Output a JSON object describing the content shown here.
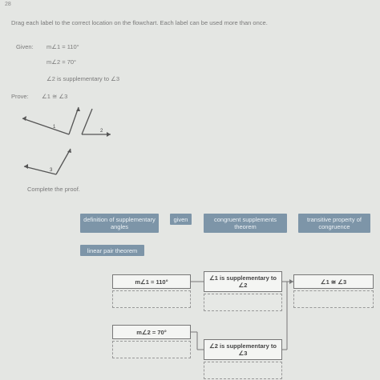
{
  "question_number": "28",
  "instructions": "Drag each label to the correct location on the flowchart. Each label can be used more than once.",
  "given": {
    "label": "Given:",
    "line1": "m∠1 = 110°",
    "line2": "m∠2 = 70°",
    "line3": "∠2 is supplementary to ∠3"
  },
  "prove": {
    "label": "Prove:",
    "statement": "∠1 ≅ ∠3"
  },
  "figure_labels": [
    "1",
    "2",
    "3"
  ],
  "complete_text": "Complete the proof.",
  "tiles": [
    "definition of supplementary angles",
    "given",
    "congruent supplements theorem",
    "transitive property of congruence",
    "linear pair theorem"
  ],
  "flowchart": {
    "box_m1": "m∠1 = 110°",
    "box_supp12": "∠1 is supplementary to ∠2",
    "box_congruent": "∠1 ≅ ∠3",
    "box_m2": "m∠2 = 70°",
    "box_supp23": "∠2 is supplementary to ∠3"
  },
  "colors": {
    "tile_bg": "#7d95a8",
    "page_bg": "#e4e6e3",
    "box_border": "#777777"
  }
}
